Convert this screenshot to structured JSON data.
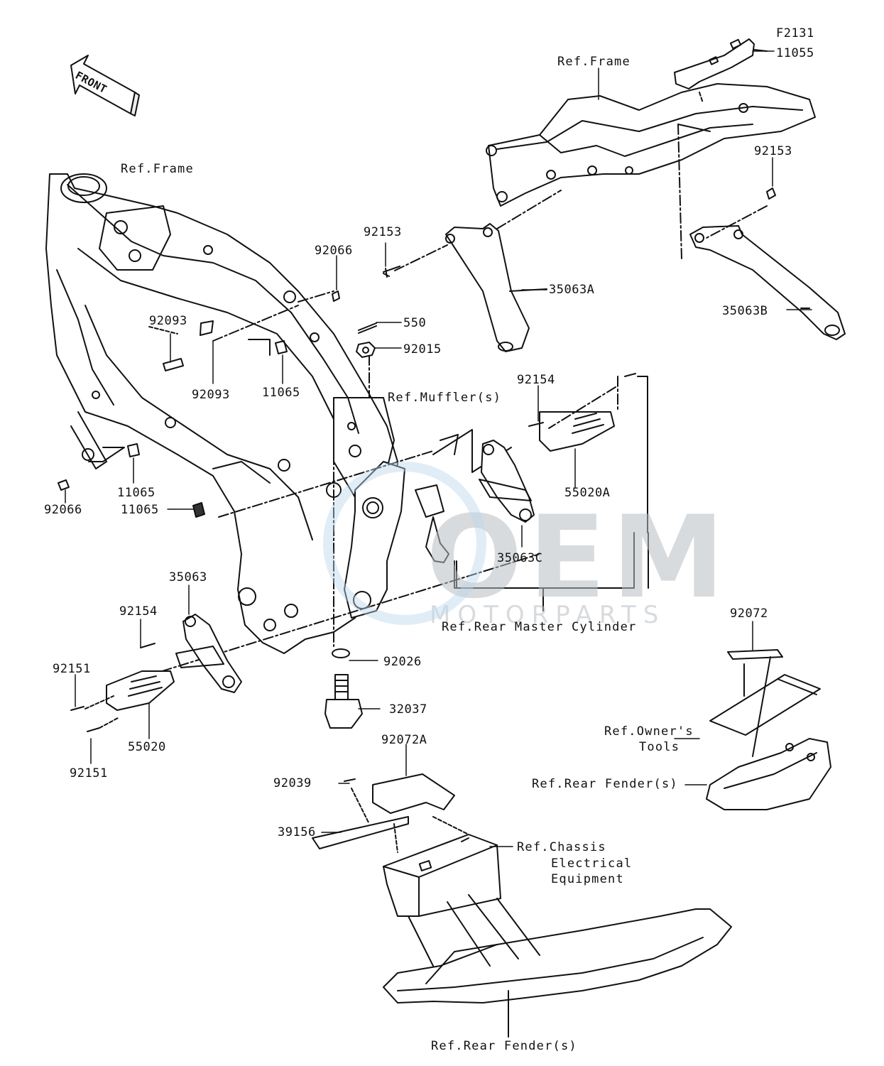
{
  "diagram_code": "F2131",
  "front_arrow": "FRONT",
  "watermark": {
    "brand": "OEM",
    "sub": "MOTORPARTS"
  },
  "refs": {
    "frame_top": "Ref.Frame",
    "frame_main": "Ref.Frame",
    "mufflers": "Ref.Muffler(s)",
    "rear_master": "Ref.Rear Master Cylinder",
    "owners_tools_1": "Ref.Owner's",
    "owners_tools_2": "Tools",
    "rear_fender_right": "Ref.Rear Fender(s)",
    "chassis_1": "Ref.Chassis",
    "chassis_2": "Electrical",
    "chassis_3": "Equipment",
    "rear_fender_bottom": "Ref.Rear Fender(s)"
  },
  "parts": {
    "p11055": "11055",
    "p92153_right": "92153",
    "p92153_mid": "92153",
    "p35063A": "35063A",
    "p35063B": "35063B",
    "p92066_top": "92066",
    "p550": "550",
    "p92015": "92015",
    "p92093_a": "92093",
    "p92093_b": "92093",
    "p11065_a": "11065",
    "p92154_right": "92154",
    "p55020A": "55020A",
    "p35063C": "35063C",
    "p92066_left": "92066",
    "p11065_b": "11065",
    "p11065_c": "11065",
    "p35063": "35063",
    "p92154_left": "92154",
    "p92151_a": "92151",
    "p55020": "55020",
    "p92151_b": "92151",
    "p92026": "92026",
    "p32037": "32037",
    "p92072": "92072",
    "p92072A": "92072A",
    "p92039": "92039",
    "p39156": "39156"
  }
}
